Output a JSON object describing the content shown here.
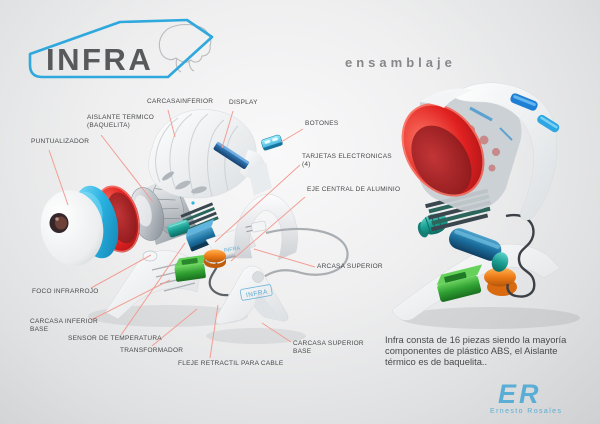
{
  "logo": {
    "brand": "INFRA",
    "outline_color": "#2fa8dd",
    "text_color": "#58595b"
  },
  "header": {
    "section_title": "ensamblaje"
  },
  "labels": {
    "carcasa_inferior": "CARCASAINFERIOR",
    "display": "DISPLAY",
    "aislante_termico": "AISLANTE TERMICO\n(BAQUELITA)",
    "botones": "BOTONES",
    "puntualizador": "PUNTUALIZADOR",
    "tarjetas_electronicas": "TARJETAS ELECTRONICAS\n(4)",
    "eje_central": "EJE CENTRAL DE ALUMINIO",
    "arcasa_superior": "ARCASA SUPERIOR",
    "foco_infrarrojo": "FOCO INFRARROJO",
    "carcasa_inferior_base": "CARCASA INFERIOR\nBASE",
    "sensor_temperatura": "SENSOR DE TEMPERATURA",
    "transformador": "TRANSFORMADOR",
    "fleje_retractil": "FLEJE RETRACTIL PARA CABLE",
    "carcasa_superior_base": "CARCASA SUPERIOR\nBASE"
  },
  "description": {
    "text": "Infra consta de 16 piezas siendo la mayoría\ncomponentes de plástico ABS, el Aislante\ntérmico es de baquelita.."
  },
  "signature": {
    "initials": "ER",
    "name": "Ernesto Rosales"
  },
  "palette": {
    "leader_line": "#f3998f",
    "label_text": "#474849",
    "red_bell": "#e02020",
    "cyan_ring": "#2ab2e2",
    "teal_part": "#1ba094",
    "green_box": "#2fa032",
    "orange_knob": "#ee7c17",
    "steel_blue": "#1b6f9e",
    "display_navy": "#1b518f",
    "signature_blue": "#5aadd4"
  }
}
